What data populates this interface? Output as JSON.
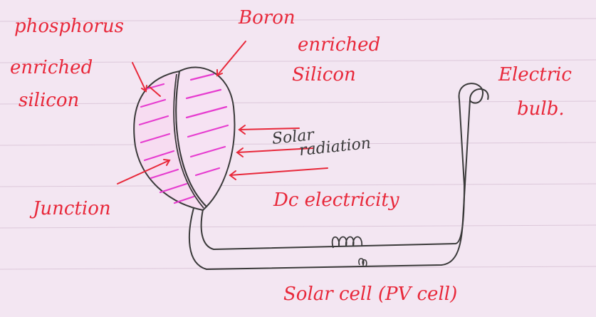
{
  "labels": {
    "phosphorus_line1": "phosphorus",
    "phosphorus_line2": "enriched",
    "phosphorus_line3": "silicon",
    "boron_line1": "Boron",
    "boron_line2": "enriched",
    "boron_line3": "Silicon",
    "bulb_line1": "Electric",
    "bulb_line2": "bulb.",
    "solar": "Solar",
    "radiation": "radiation",
    "junction": "Junction",
    "dc": "Dc electricity",
    "cell": "Solar cell (PV cell)"
  },
  "colors": {
    "ink": "#e8283a",
    "pencil": "#3a3a3a",
    "highlight": "#e63ccf",
    "paper": "#f3e6f2"
  }
}
